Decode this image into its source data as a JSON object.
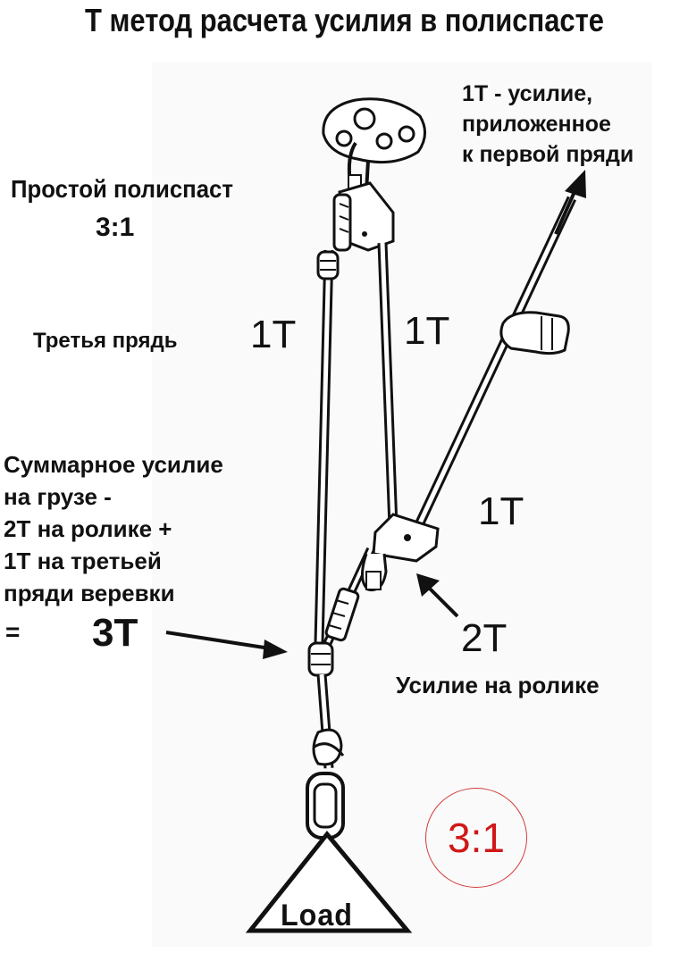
{
  "title": "Т метод расчета усилия в полиспасте",
  "system_name": "Простой полиспаст",
  "system_ratio": "3:1",
  "applied_force_note": [
    "1Т - усилие,",
    "приложенное",
    "к первой пряди"
  ],
  "third_strand_label": "Третья прядь",
  "strand_labels": {
    "third": "1T",
    "second": "1T",
    "first": "1T",
    "pulley": "2T"
  },
  "sum_note": [
    "Суммарное усилие",
    "на грузе -",
    "2T на ролике +",
    "1T на третьей",
    "пряди веревки"
  ],
  "equals_sign": "=",
  "total": "3T",
  "pulley_force_label": "Усилие на ролике",
  "ratio_badge": "3:1",
  "load_label": "Load"
}
